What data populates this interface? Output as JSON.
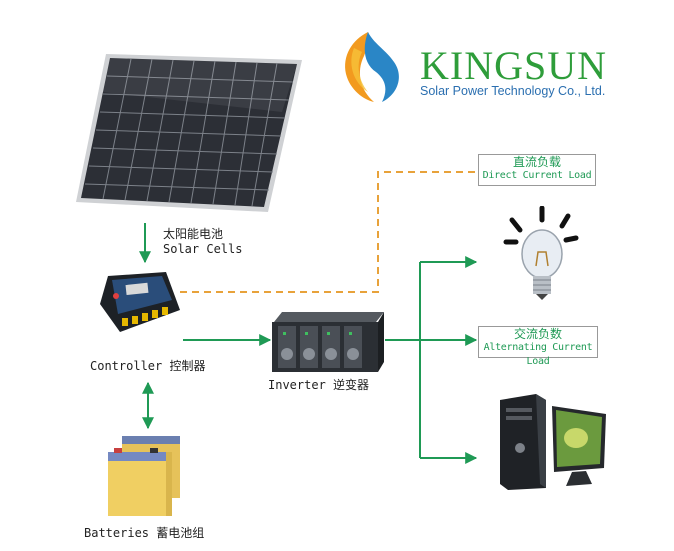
{
  "brand": {
    "name": "KINGSUN",
    "tagline": "Solar Power Technology Co., Ltd."
  },
  "nodes": {
    "solar_cells": {
      "label_zh": "太阳能电池",
      "label_en": "Solar Cells"
    },
    "controller": {
      "label": "Controller 控制器"
    },
    "inverter": {
      "label": "Inverter 逆变器"
    },
    "batteries": {
      "label": "Batteries 蓄电池组"
    },
    "dc_load": {
      "label_zh": "直流负载",
      "label_en": "Direct Current Load"
    },
    "ac_load": {
      "label_zh": "交流负数",
      "label_en": "Alternating Current Load"
    }
  },
  "colors": {
    "flow_arrow": "#1f9a55",
    "dc_link": "#e8a23a",
    "brand_green": "#2e9d3a",
    "brand_blue": "#2b6fb0"
  }
}
